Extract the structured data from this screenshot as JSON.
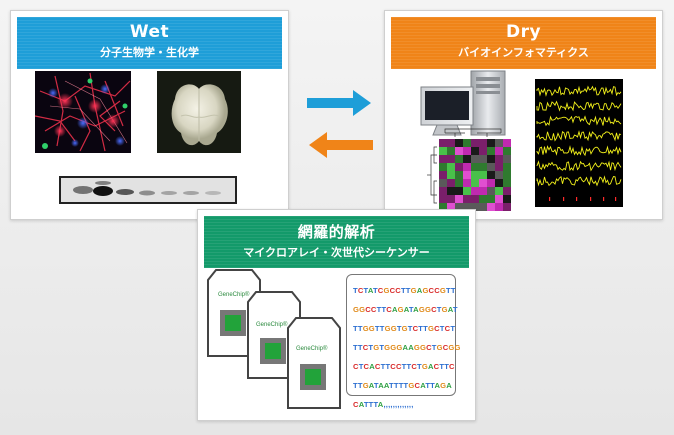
{
  "wet": {
    "title": "Wet",
    "subtitle": "分子生物学・生化学"
  },
  "dry": {
    "title": "Dry",
    "subtitle": "バイオインフォマティクス"
  },
  "omics": {
    "title": "網羅的解析",
    "subtitle": "マイクロアレイ・次世代シーケンサー",
    "chip_label": "GeneChip®",
    "sequence_lines": [
      "TCTATCGCCTTGAGCCGTT",
      "GGCCTTCAGATAGGCTGAT",
      "TTGGTTGGTGTCTTGCTCT",
      "TTCTGTGGGAAGGCTGCGG",
      "CTCACTTCCTTCTGACTTC",
      "TTGATAATTTTGCATTAGA",
      "CATTTA,,,,,,,,,,,,,"
    ]
  },
  "colors": {
    "wet_banner": "#1e9ed8",
    "dry_banner": "#f08418",
    "omics_banner": "#139a6a",
    "arrow_right": "#1e9ed8",
    "arrow_left": "#f08418",
    "base_A": "#2ea043",
    "base_T": "#2c6fd1",
    "base_G": "#e08a1a",
    "base_C": "#d92c2c"
  },
  "icons": [
    "arrow-right-icon",
    "arrow-left-icon",
    "computer-icon",
    "genechip-icon"
  ]
}
